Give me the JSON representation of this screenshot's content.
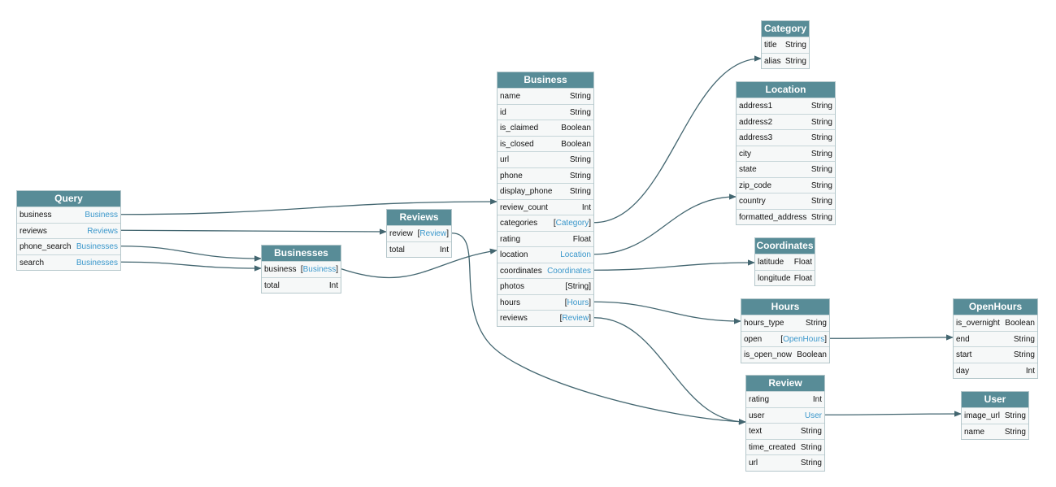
{
  "colors": {
    "header": "#588c97",
    "link": "#3a97cb",
    "edge": "#436670"
  },
  "nodes": [
    {
      "id": "query",
      "title": "Query",
      "fields": [
        {
          "name": "business",
          "type": "Business",
          "link": true
        },
        {
          "name": "reviews",
          "type": "Reviews",
          "link": true
        },
        {
          "name": "phone_search",
          "type": "Businesses",
          "link": true
        },
        {
          "name": "search",
          "type": "Businesses",
          "link": true
        }
      ]
    },
    {
      "id": "businesses",
      "title": "Businesses",
      "fields": [
        {
          "name": "business",
          "type": "Business",
          "link": true,
          "list": true
        },
        {
          "name": "total",
          "type": "Int"
        }
      ]
    },
    {
      "id": "reviews",
      "title": "Reviews",
      "fields": [
        {
          "name": "review",
          "type": "Review",
          "link": true,
          "list": true
        },
        {
          "name": "total",
          "type": "Int"
        }
      ]
    },
    {
      "id": "business",
      "title": "Business",
      "fields": [
        {
          "name": "name",
          "type": "String"
        },
        {
          "name": "id",
          "type": "String"
        },
        {
          "name": "is_claimed",
          "type": "Boolean"
        },
        {
          "name": "is_closed",
          "type": "Boolean"
        },
        {
          "name": "url",
          "type": "String"
        },
        {
          "name": "phone",
          "type": "String"
        },
        {
          "name": "display_phone",
          "type": "String"
        },
        {
          "name": "review_count",
          "type": "Int"
        },
        {
          "name": "categories",
          "type": "Category",
          "link": true,
          "list": true
        },
        {
          "name": "rating",
          "type": "Float"
        },
        {
          "name": "location",
          "type": "Location",
          "link": true
        },
        {
          "name": "coordinates",
          "type": "Coordinates",
          "link": true
        },
        {
          "name": "photos",
          "type": "[String]"
        },
        {
          "name": "hours",
          "type": "Hours",
          "link": true,
          "list": true
        },
        {
          "name": "reviews",
          "type": "Review",
          "link": true,
          "list": true
        }
      ]
    },
    {
      "id": "category",
      "title": "Category",
      "fields": [
        {
          "name": "title",
          "type": "String"
        },
        {
          "name": "alias",
          "type": "String"
        }
      ]
    },
    {
      "id": "location",
      "title": "Location",
      "fields": [
        {
          "name": "address1",
          "type": "String"
        },
        {
          "name": "address2",
          "type": "String"
        },
        {
          "name": "address3",
          "type": "String"
        },
        {
          "name": "city",
          "type": "String"
        },
        {
          "name": "state",
          "type": "String"
        },
        {
          "name": "zip_code",
          "type": "String"
        },
        {
          "name": "country",
          "type": "String"
        },
        {
          "name": "formatted_address",
          "type": "String"
        }
      ]
    },
    {
      "id": "coordinates",
      "title": "Coordinates",
      "fields": [
        {
          "name": "latitude",
          "type": "Float"
        },
        {
          "name": "longitude",
          "type": "Float"
        }
      ]
    },
    {
      "id": "hours",
      "title": "Hours",
      "fields": [
        {
          "name": "hours_type",
          "type": "String"
        },
        {
          "name": "open",
          "type": "OpenHours",
          "link": true,
          "list": true
        },
        {
          "name": "is_open_now",
          "type": "Boolean"
        }
      ]
    },
    {
      "id": "openhours",
      "title": "OpenHours",
      "fields": [
        {
          "name": "is_overnight",
          "type": "Boolean"
        },
        {
          "name": "end",
          "type": "String"
        },
        {
          "name": "start",
          "type": "String"
        },
        {
          "name": "day",
          "type": "Int"
        }
      ]
    },
    {
      "id": "review",
      "title": "Review",
      "fields": [
        {
          "name": "rating",
          "type": "Int"
        },
        {
          "name": "user",
          "type": "User",
          "link": true
        },
        {
          "name": "text",
          "type": "String"
        },
        {
          "name": "time_created",
          "type": "String"
        },
        {
          "name": "url",
          "type": "String"
        }
      ]
    },
    {
      "id": "user",
      "title": "User",
      "fields": [
        {
          "name": "image_url",
          "type": "String"
        },
        {
          "name": "name",
          "type": "String"
        }
      ]
    }
  ],
  "edges": [
    {
      "from": "query",
      "field": 0,
      "to": "business"
    },
    {
      "from": "query",
      "field": 1,
      "to": "reviews"
    },
    {
      "from": "query",
      "field": 2,
      "to": "businesses"
    },
    {
      "from": "query",
      "field": 3,
      "to": "businesses"
    },
    {
      "from": "businesses",
      "field": 0,
      "to": "business"
    },
    {
      "from": "reviews",
      "field": 0,
      "to": "review"
    },
    {
      "from": "business",
      "field": 8,
      "to": "category"
    },
    {
      "from": "business",
      "field": 10,
      "to": "location"
    },
    {
      "from": "business",
      "field": 11,
      "to": "coordinates"
    },
    {
      "from": "business",
      "field": 13,
      "to": "hours"
    },
    {
      "from": "business",
      "field": 14,
      "to": "review"
    },
    {
      "from": "hours",
      "field": 1,
      "to": "openhours"
    },
    {
      "from": "review",
      "field": 1,
      "to": "user"
    }
  ]
}
